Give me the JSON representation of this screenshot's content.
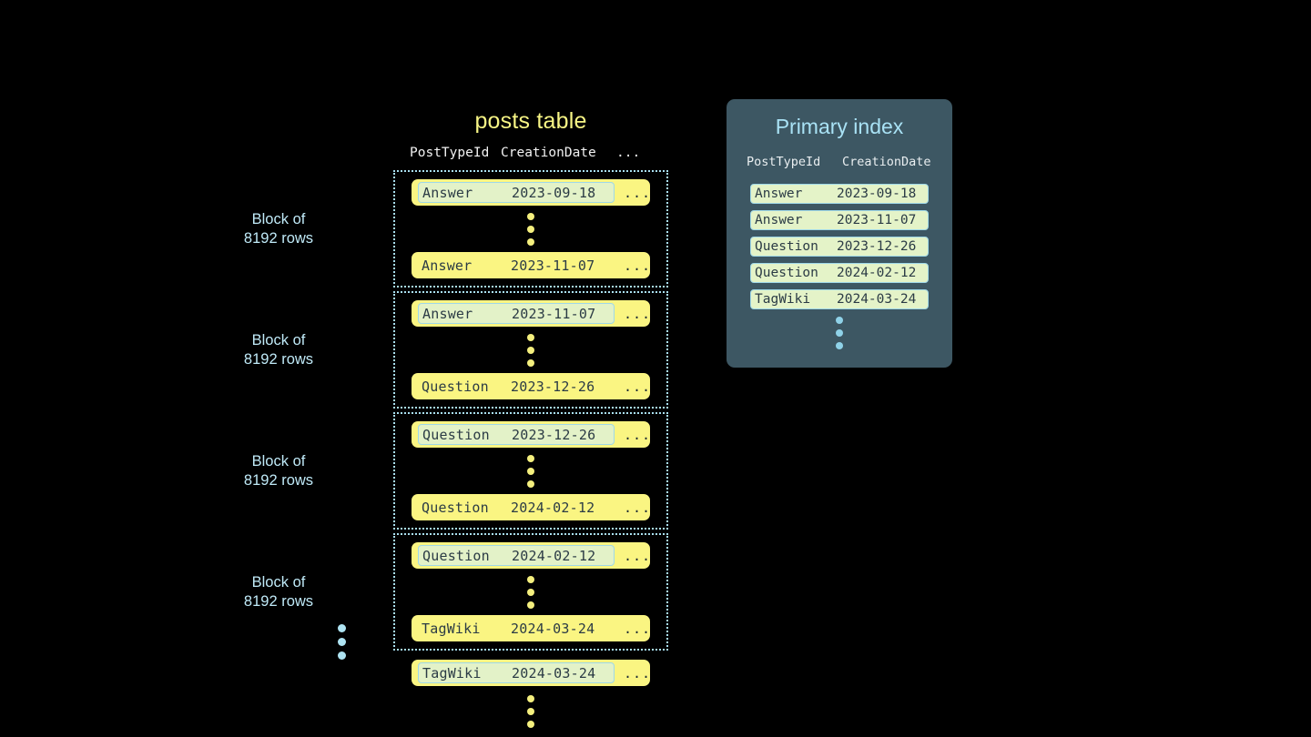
{
  "posts_table": {
    "title": "posts table",
    "columns": [
      "PostTypeId",
      "CreationDate",
      "..."
    ],
    "block_label": "Block of\n8192 rows",
    "more_glyph": "...",
    "blocks": [
      {
        "label": "Block of\n8192 rows",
        "first_row": {
          "post_type_id": "Answer",
          "creation_date": "2023-09-18",
          "more": "...",
          "highlighted": true
        },
        "last_row": {
          "post_type_id": "Answer",
          "creation_date": "2023-11-07",
          "more": "...",
          "highlighted": false
        }
      },
      {
        "label": "Block of\n8192 rows",
        "first_row": {
          "post_type_id": "Answer",
          "creation_date": "2023-11-07",
          "more": "...",
          "highlighted": true
        },
        "last_row": {
          "post_type_id": "Question",
          "creation_date": "2023-12-26",
          "more": "...",
          "highlighted": false
        }
      },
      {
        "label": "Block of\n8192 rows",
        "first_row": {
          "post_type_id": "Question",
          "creation_date": "2023-12-26",
          "more": "...",
          "highlighted": true
        },
        "last_row": {
          "post_type_id": "Question",
          "creation_date": "2024-02-12",
          "more": "...",
          "highlighted": false
        }
      },
      {
        "label": "Block of\n8192 rows",
        "first_row": {
          "post_type_id": "Question",
          "creation_date": "2024-02-12",
          "more": "...",
          "highlighted": true
        },
        "last_row": {
          "post_type_id": "TagWiki",
          "creation_date": "2024-03-24",
          "more": "...",
          "highlighted": false
        }
      }
    ],
    "tail_row": {
      "post_type_id": "TagWiki",
      "creation_date": "2024-03-24",
      "more": "...",
      "highlighted": true
    }
  },
  "primary_index": {
    "title": "Primary index",
    "columns": [
      "PostTypeId",
      "CreationDate"
    ],
    "rows": [
      {
        "post_type_id": "Answer",
        "creation_date": "2023-09-18"
      },
      {
        "post_type_id": "Answer",
        "creation_date": "2023-11-07"
      },
      {
        "post_type_id": "Question",
        "creation_date": "2023-12-26"
      },
      {
        "post_type_id": "Question",
        "creation_date": "2024-02-12"
      },
      {
        "post_type_id": "TagWiki",
        "creation_date": "2024-03-24"
      }
    ]
  },
  "colors": {
    "background": "#000000",
    "row_yellow": "#faf582",
    "highlight_green": "#e3f2c8",
    "index_panel": "#3d5763",
    "accent_cyan": "#a9e2f5",
    "title_yellow": "#f7f585",
    "text_dark": "#2b3b45"
  }
}
